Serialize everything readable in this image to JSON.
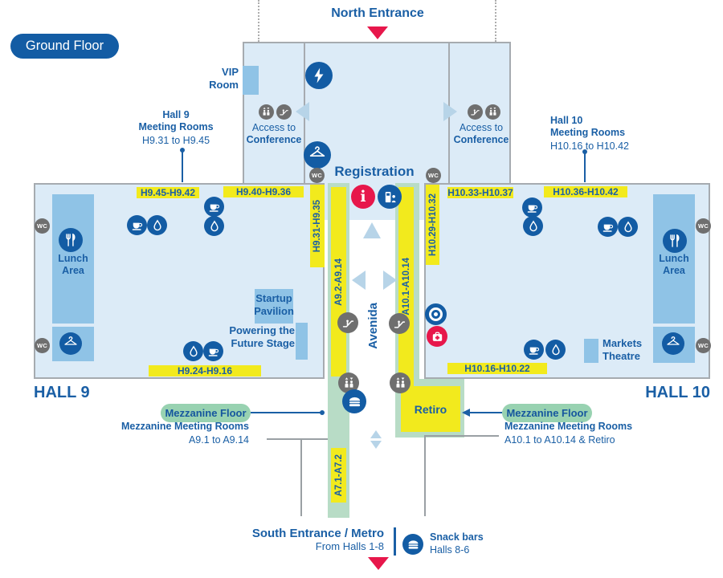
{
  "badge": {
    "label": "Ground Floor"
  },
  "entrances": {
    "north": "North Entrance",
    "south_line1": "South Entrance / Metro",
    "south_line2": "From Halls 1-8"
  },
  "north_block": {
    "vip_line1": "VIP",
    "vip_line2": "Room",
    "access_line1": "Access to",
    "access_line2": "Conference",
    "registration": "Registration"
  },
  "hall9_note": {
    "title": "Hall 9",
    "subtitle": "Meeting Rooms",
    "range": "H9.31 to H9.45"
  },
  "hall10_note": {
    "title": "Hall 10",
    "subtitle": "Meeting Rooms",
    "range": "H10.16 to H10.42"
  },
  "hall9": {
    "name": "HALL 9",
    "lunch_line1": "Lunch",
    "lunch_line2": "Area",
    "labels": {
      "top1": "H9.45-H9.42",
      "top2": "H9.40-H9.36",
      "right": "H9.31-H9.35",
      "bottom": "H9.24-H9.16"
    },
    "startup_line1": "Startup",
    "startup_line2": "Pavilion",
    "stage_line1": "Powering the",
    "stage_line2": "Future Stage"
  },
  "hall10": {
    "name": "HALL 10",
    "lunch_line1": "Lunch",
    "lunch_line2": "Area",
    "labels": {
      "top1": "H10.33-H10.37",
      "top2": "H10.36-H10.42",
      "left": "H10.29-H10.32",
      "bottom": "H10.16-H10.22"
    },
    "markets_line1": "Markets",
    "markets_line2": "Theatre"
  },
  "corridor": {
    "avenida": "Avenida",
    "a9": "A9.2-A9.14",
    "a10": "A10.1-A10.14",
    "a7": "A7.1-A7.2",
    "retiro": "Retiro"
  },
  "mezz_left": {
    "pill": "Mezzanine Floor",
    "line1": "Mezzanine Meeting Rooms",
    "line2": "A9.1 to A9.14"
  },
  "mezz_right": {
    "pill": "Mezzanine Floor",
    "line1": "Mezzanine Meeting Rooms",
    "line2": "A10.1 to A10.14 & Retiro"
  },
  "south_legend": {
    "snack_line1": "Snack bars",
    "snack_line2": "Halls 8-6"
  },
  "icons": {
    "wc_label": "WC",
    "info_label": "i"
  },
  "colors": {
    "brand_blue": "#135CA4",
    "text_blue": "#1A5FA5",
    "hall_fill": "#DCEBF7",
    "mid_blue": "#8FC3E6",
    "yellow": "#F2EA1D",
    "green": "#B8DCC6",
    "pill_green": "#98D2B1",
    "icon_gray": "#6F6F6F",
    "red": "#E7174B",
    "arrow_blue": "#B7D4E8"
  }
}
